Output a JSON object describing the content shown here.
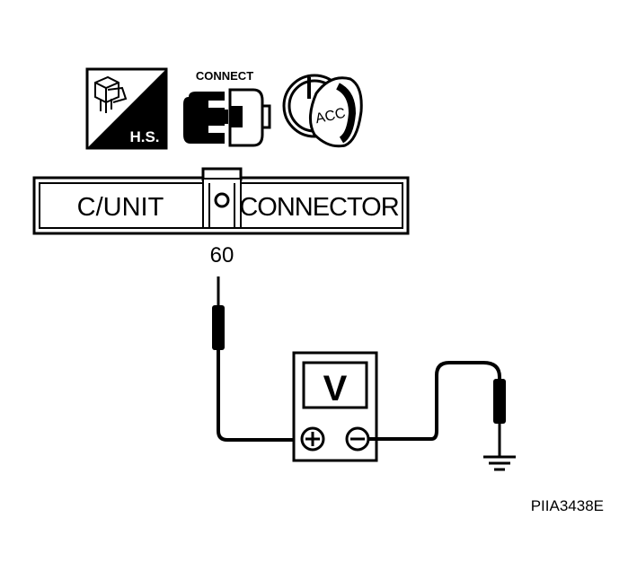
{
  "icons": {
    "harness_side": {
      "label": "H.S."
    },
    "connect": {
      "label": "CONNECT"
    },
    "ignition_key": {
      "label": "ACC"
    }
  },
  "connector": {
    "left_label": "C/UNIT",
    "right_label": "CONNECTOR",
    "terminal": "60"
  },
  "meter": {
    "label": "V"
  },
  "figure_id": "PIIA3438E",
  "colors": {
    "ink": "#000000",
    "background": "#ffffff"
  }
}
